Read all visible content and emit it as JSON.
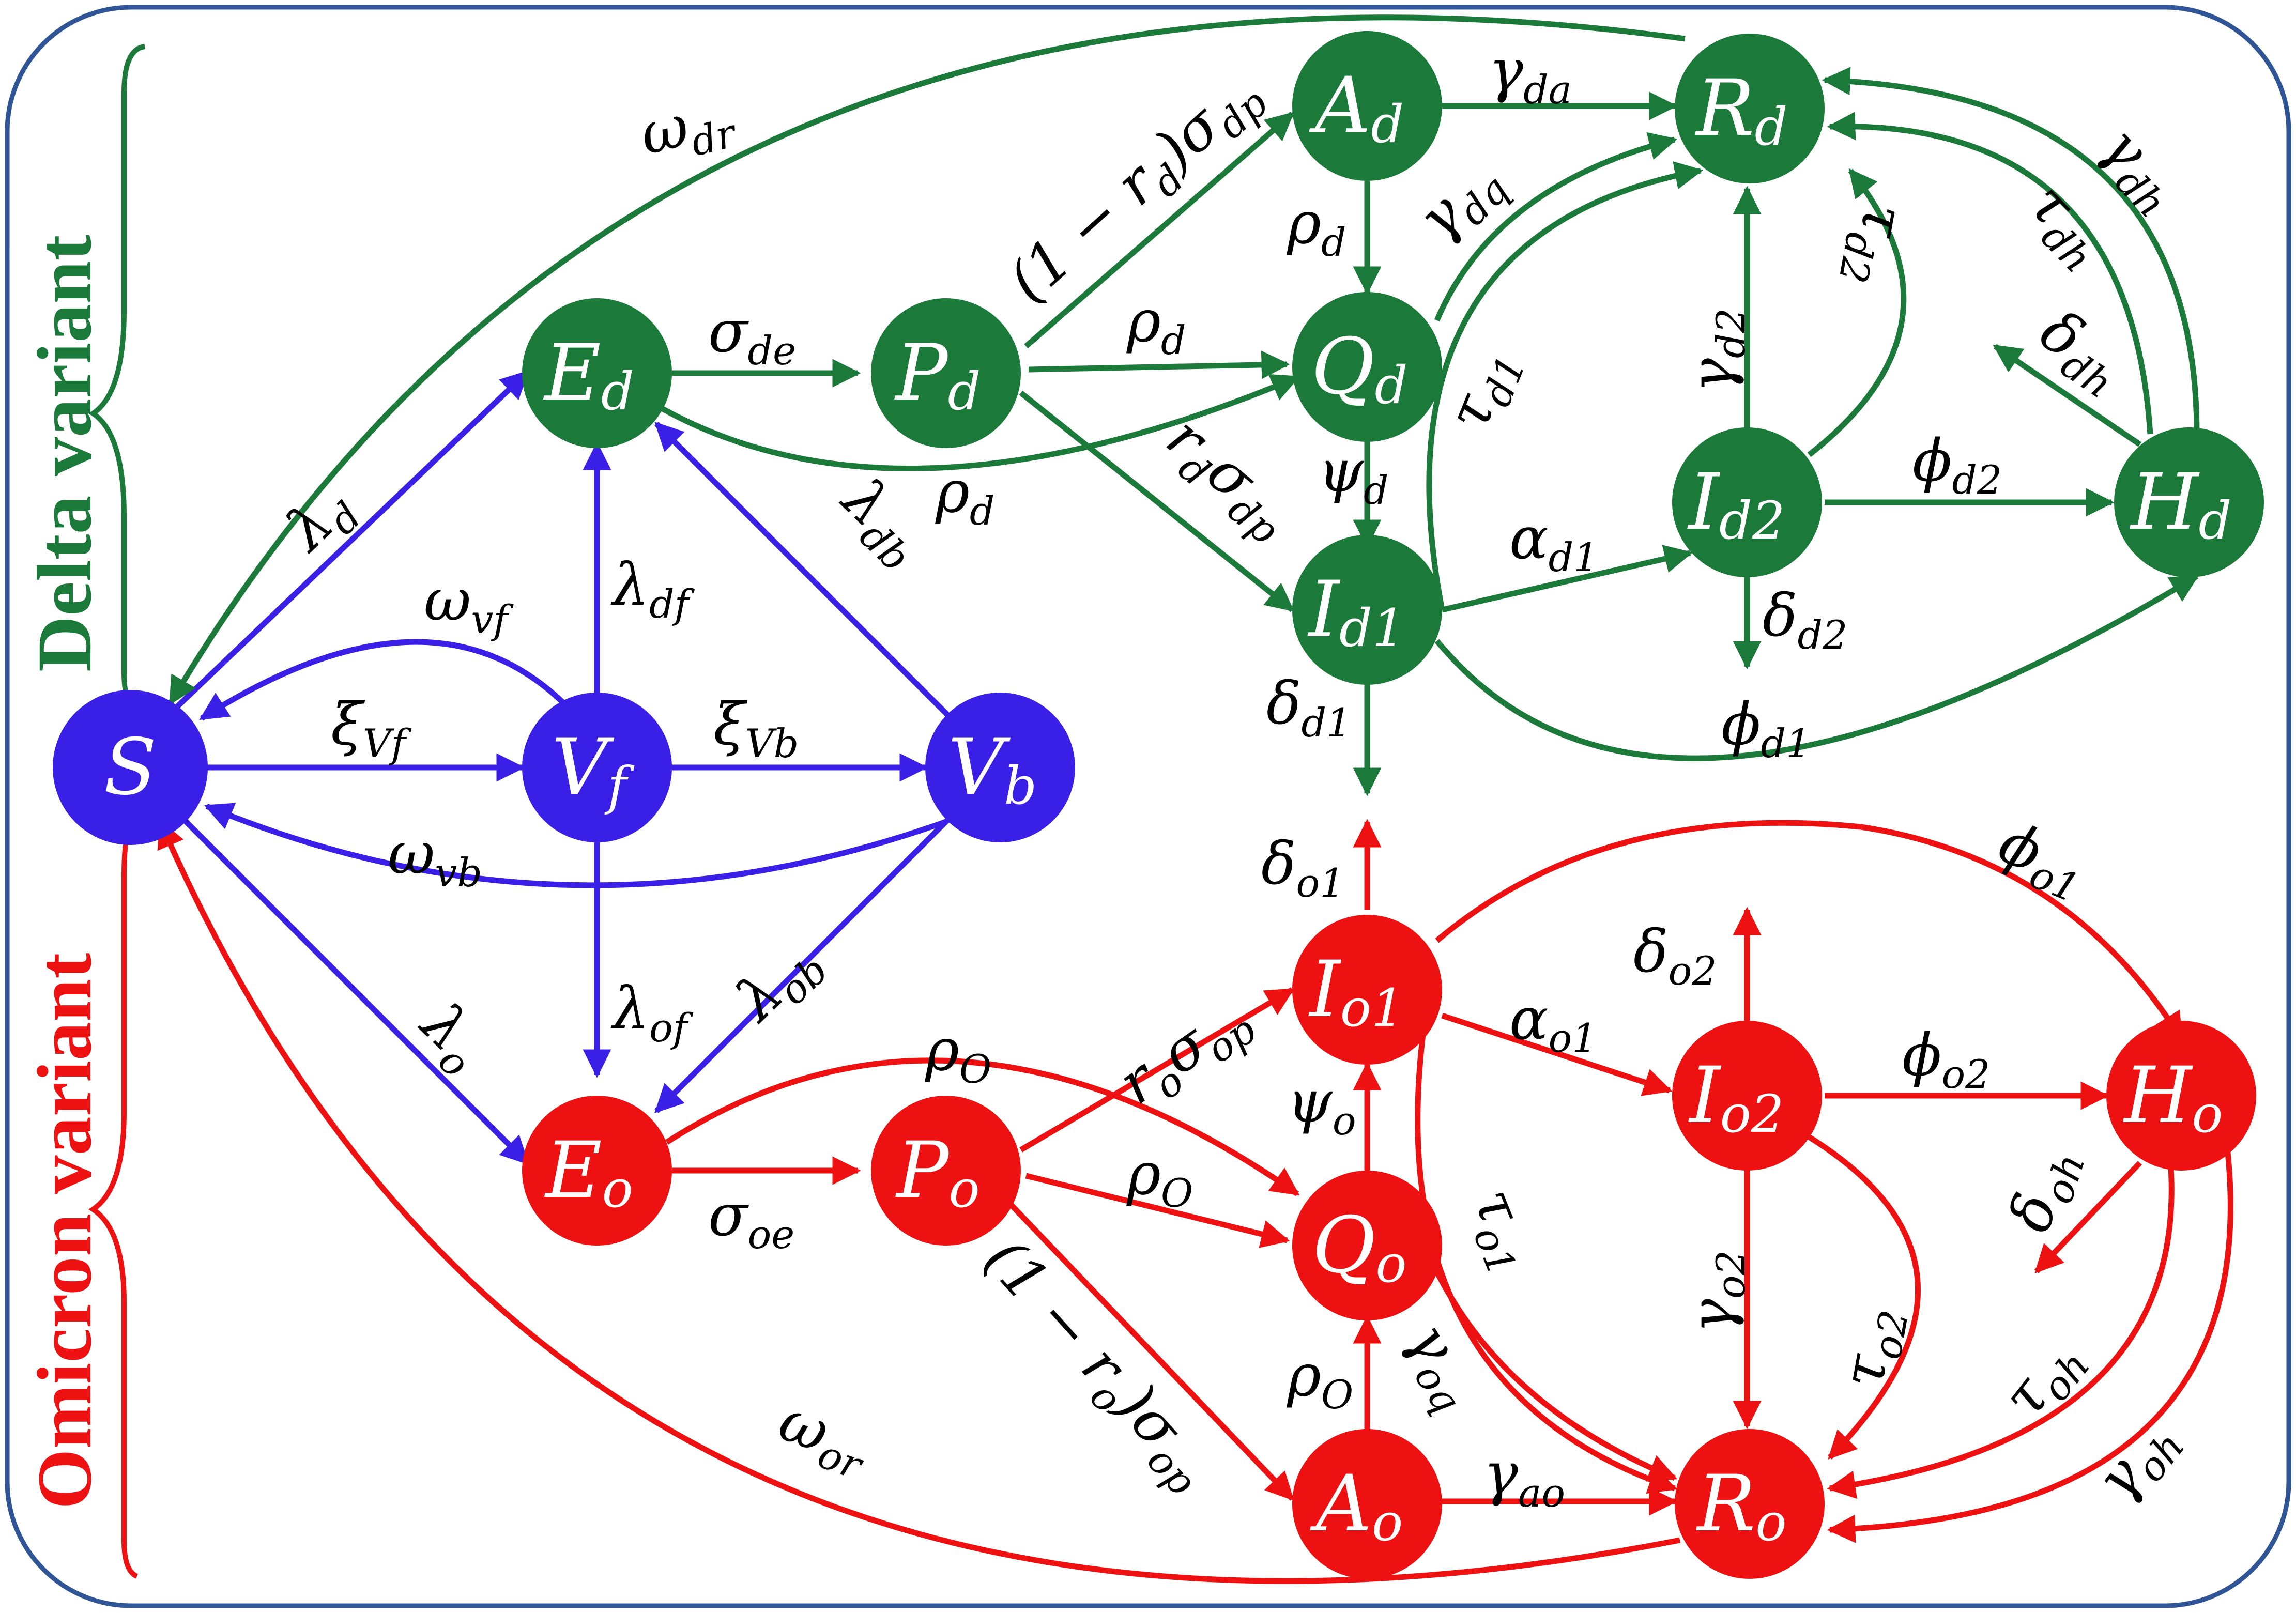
{
  "colors": {
    "delta": "#1b7a3a",
    "omicron": "#ee1111",
    "vaccine": "#3a1fe6",
    "frame": "#2f5597",
    "text": "#000000"
  },
  "variant_labels": {
    "delta": "Delta variant",
    "omicron": "Omicron variant"
  },
  "nodes": {
    "S": {
      "main": "S",
      "sub": "",
      "group": "vaccine"
    },
    "Vf": {
      "main": "V",
      "sub": "f",
      "group": "vaccine"
    },
    "Vb": {
      "main": "V",
      "sub": "b",
      "group": "vaccine"
    },
    "Ed": {
      "main": "E",
      "sub": "d",
      "group": "delta"
    },
    "Pd": {
      "main": "P",
      "sub": "d",
      "group": "delta"
    },
    "Ad": {
      "main": "A",
      "sub": "d",
      "group": "delta"
    },
    "Qd": {
      "main": "Q",
      "sub": "d",
      "group": "delta"
    },
    "Id1": {
      "main": "I",
      "sub": "d1",
      "group": "delta"
    },
    "Id2": {
      "main": "I",
      "sub": "d2",
      "group": "delta"
    },
    "Rd": {
      "main": "R",
      "sub": "d",
      "group": "delta"
    },
    "Hd": {
      "main": "H",
      "sub": "d",
      "group": "delta"
    },
    "Eo": {
      "main": "E",
      "sub": "o",
      "group": "omicron"
    },
    "Po": {
      "main": "P",
      "sub": "o",
      "group": "omicron"
    },
    "Io1": {
      "main": "I",
      "sub": "o1",
      "group": "omicron"
    },
    "Qo": {
      "main": "Q",
      "sub": "o",
      "group": "omicron"
    },
    "Ao": {
      "main": "A",
      "sub": "o",
      "group": "omicron"
    },
    "Io2": {
      "main": "I",
      "sub": "o2",
      "group": "omicron"
    },
    "Ro": {
      "main": "R",
      "sub": "o",
      "group": "omicron"
    },
    "Ho": {
      "main": "H",
      "sub": "o",
      "group": "omicron"
    }
  },
  "edge_labels": {
    "omega_dr": {
      "main": "ω",
      "sub": "dr"
    },
    "lambda_d": {
      "main": "λ",
      "sub": "d"
    },
    "omega_vf": {
      "main": "ω",
      "sub": "vf"
    },
    "lambda_df": {
      "main": "λ",
      "sub": "df"
    },
    "lambda_db": {
      "main": "λ",
      "sub": "db"
    },
    "xi_vf": {
      "main": "ξ",
      "sub": "Vf"
    },
    "xi_vb": {
      "main": "ξ",
      "sub": "Vb"
    },
    "omega_vb": {
      "main": "ω",
      "sub": "vb"
    },
    "lambda_o": {
      "main": "λ",
      "sub": "o"
    },
    "lambda_of": {
      "main": "λ",
      "sub": "of"
    },
    "lambda_ob": {
      "main": "λ",
      "sub": "ob"
    },
    "omega_or": {
      "main": "ω",
      "sub": "or"
    },
    "sigma_de": {
      "main": "σ",
      "sub": "de"
    },
    "rho_d_pq": {
      "main": "ρ",
      "sub": "d"
    },
    "rho_d_eq": {
      "main": "ρ",
      "sub": "d"
    },
    "rho_d_aq": {
      "main": "ρ",
      "sub": "d"
    },
    "one_minus_rd_sigma_dp": {
      "main": "(1 − r",
      "sub": "d",
      "tail": ")σ",
      "sub2": "dp"
    },
    "rd_sigma_dp": {
      "main": "r",
      "sub": "d",
      "tail": "σ",
      "sub2": "dp"
    },
    "gamma_da": {
      "main": "γ",
      "sub": "da"
    },
    "gamma_dq": {
      "main": "γ",
      "sub": "dq"
    },
    "psi_d": {
      "main": "ψ",
      "sub": "d"
    },
    "tau_d1": {
      "main": "τ",
      "sub": "d1"
    },
    "tau_d2": {
      "main": "τ",
      "sub": "d2"
    },
    "gamma_d2": {
      "main": "γ",
      "sub": "d2"
    },
    "alpha_d1": {
      "main": "α",
      "sub": "d1"
    },
    "delta_d1": {
      "main": "δ",
      "sub": "d1"
    },
    "delta_d2": {
      "main": "δ",
      "sub": "d2"
    },
    "phi_d1": {
      "main": "ϕ",
      "sub": "d1"
    },
    "phi_d2": {
      "main": "ϕ",
      "sub": "d2"
    },
    "gamma_dh": {
      "main": "γ",
      "sub": "dh"
    },
    "tau_dh": {
      "main": "τ",
      "sub": "dh"
    },
    "delta_dh": {
      "main": "δ",
      "sub": "dh"
    },
    "delta_o1": {
      "main": "δ",
      "sub": "o1"
    },
    "phi_o1": {
      "main": "ϕ",
      "sub": "o1"
    },
    "delta_o2": {
      "main": "δ",
      "sub": "o2"
    },
    "ro_sigma_op": {
      "main": "r",
      "sub": "o",
      "tail": "σ",
      "sub2": "op"
    },
    "rho_o_eq": {
      "main": "ρ",
      "sub": "O"
    },
    "rho_o_pq": {
      "main": "ρ",
      "sub": "O"
    },
    "rho_o_aq": {
      "main": "ρ",
      "sub": "O"
    },
    "psi_o": {
      "main": "ψ",
      "sub": "o"
    },
    "alpha_o1": {
      "main": "α",
      "sub": "o1"
    },
    "phi_o2": {
      "main": "ϕ",
      "sub": "o2"
    },
    "sigma_oe": {
      "main": "σ",
      "sub": "oe"
    },
    "one_minus_ro_sigma_op": {
      "main": "(1 − r",
      "sub": "o",
      "tail": ")σ",
      "sub2": "op"
    },
    "tau_o1": {
      "main": "τ",
      "sub": "o1"
    },
    "gamma_o2": {
      "main": "γ",
      "sub": "o2"
    },
    "tau_o2": {
      "main": "τ",
      "sub": "o2"
    },
    "delta_oh": {
      "main": "δ",
      "sub": "oh"
    },
    "gamma_oq": {
      "main": "γ",
      "sub": "oq"
    },
    "gamma_ao": {
      "main": "γ",
      "sub": "ao"
    },
    "tau_oh": {
      "main": "τ",
      "sub": "oh"
    },
    "gamma_oh": {
      "main": "γ",
      "sub": "oh"
    }
  }
}
